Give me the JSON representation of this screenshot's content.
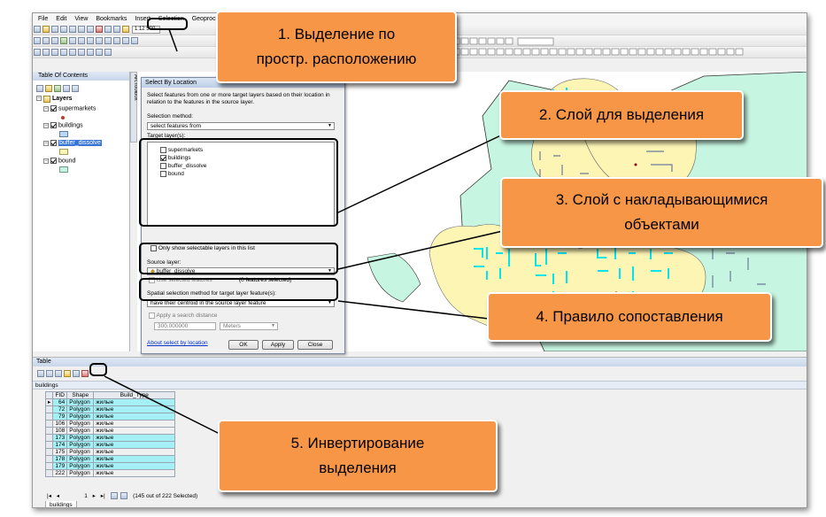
{
  "menu": [
    "File",
    "Edit",
    "View",
    "Bookmarks",
    "Insert",
    "Selection",
    "Geoprocessing"
  ],
  "scale_value": "1:12 500",
  "toc": {
    "title": "Table Of Contents",
    "side_tab": "ArcToolbox",
    "root": "Layers",
    "layers": [
      {
        "name": "supermarkets",
        "checked": true
      },
      {
        "name": "buildings",
        "checked": true
      },
      {
        "name": "buffer_dissolve",
        "checked": true
      },
      {
        "name": "bound",
        "checked": true
      }
    ]
  },
  "dialog": {
    "title": "Select By Location",
    "description": "Select features from one or more target layers based on their location in relation to the features in the source layer.",
    "method_label": "Selection method:",
    "method_value": "select features from",
    "target_label": "Target layer(s):",
    "targets": [
      {
        "name": "supermarkets",
        "checked": false
      },
      {
        "name": "buildings",
        "checked": true
      },
      {
        "name": "buffer_dissolve",
        "checked": false
      },
      {
        "name": "bound",
        "checked": false
      }
    ],
    "only_selectable": "Only show selectable layers in this list",
    "source_label": "Source layer:",
    "source_value": "buffer_dissolve",
    "use_selected": "Use selected features",
    "features_selected": "(0 features selected)",
    "spatial_label": "Spatial selection method for target layer feature(s):",
    "spatial_value": "have their centroid in the source layer feature",
    "buffer_label": "Apply a search distance",
    "distance_value": "300.000000",
    "units_value": "Meters",
    "about_link": "About select by location",
    "ok": "OK",
    "apply": "Apply",
    "close": "Close"
  },
  "table": {
    "title": "Table",
    "tab_name": "buildings",
    "columns": [
      "FID",
      "Shape",
      "Build_Type"
    ],
    "rows": [
      {
        "fid": "64",
        "shape": "Polygon",
        "type": "жилые",
        "sel": true
      },
      {
        "fid": "72",
        "shape": "Polygon",
        "type": "жилые",
        "sel": true
      },
      {
        "fid": "79",
        "shape": "Polygon",
        "type": "жилые",
        "sel": true
      },
      {
        "fid": "106",
        "shape": "Polygon",
        "type": "жилые",
        "sel": false
      },
      {
        "fid": "108",
        "shape": "Polygon",
        "type": "жилые",
        "sel": false
      },
      {
        "fid": "173",
        "shape": "Polygon",
        "type": "жилые",
        "sel": true
      },
      {
        "fid": "174",
        "shape": "Polygon",
        "type": "жилые",
        "sel": true
      },
      {
        "fid": "175",
        "shape": "Polygon",
        "type": "жилые",
        "sel": false
      },
      {
        "fid": "178",
        "shape": "Polygon",
        "type": "жилые",
        "sel": true
      },
      {
        "fid": "179",
        "shape": "Polygon",
        "type": "жилые",
        "sel": true
      },
      {
        "fid": "222",
        "shape": "Polygon",
        "type": "жилые",
        "sel": false
      }
    ],
    "record": "1",
    "status": "(145 out of 222 Selected)",
    "bottom_tab": "buildings"
  },
  "callouts": {
    "c1": [
      "1. Выделение по",
      "простр. расположению"
    ],
    "c2": [
      "2. Слой для выделения"
    ],
    "c3": [
      "3. Слой с накладывающимися",
      "объектами"
    ],
    "c4": [
      "4. Правило сопоставления"
    ],
    "c5": [
      "5. Инвертирование",
      "выделения"
    ]
  },
  "colors": {
    "callout": "#f79646",
    "selection": "#00e5f0",
    "buffer": "#fdf5b4",
    "bound": "#c6f5e1"
  }
}
